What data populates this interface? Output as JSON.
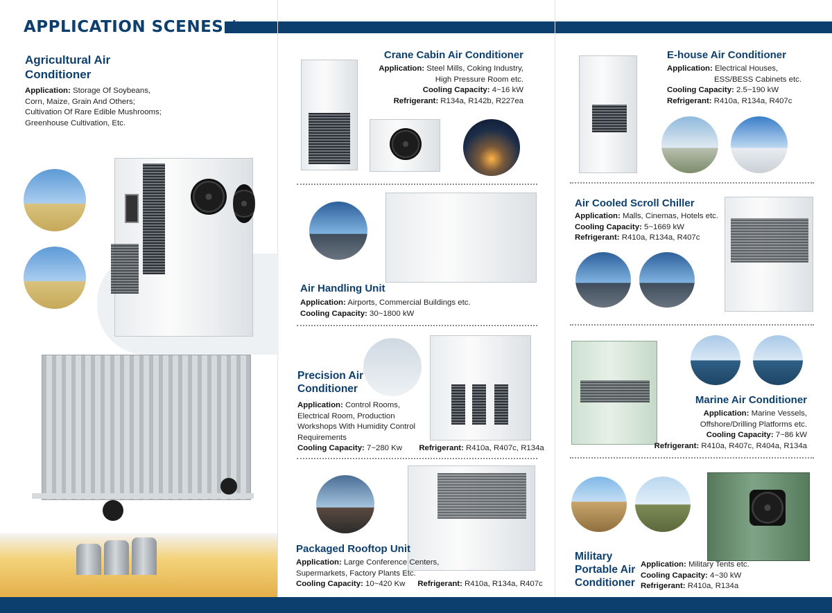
{
  "header": {
    "title": "APPLICATION SCENES /"
  },
  "agricultural": {
    "title_l1": "Agricultural Air",
    "title_l2": "Conditioner",
    "app_label": "Application:",
    "app_l1": " Storage Of Soybeans,",
    "app_l2": "Corn, Maize, Grain And Others;",
    "app_l3": "Cultivation Of Rare Edible Mushrooms;",
    "app_l4": "Greenhouse Cultivation, Etc."
  },
  "crane": {
    "title": "Crane Cabin Air Conditioner",
    "app_label": "Application:",
    "app_l1": " Steel Mills, Coking Industry,",
    "app_l2": "High Pressure Room etc.",
    "cooling_label": "Cooling Capacity:",
    "cooling": " 4~16 kW",
    "ref_label": "Refrigerant:",
    "ref": " R134a, R142b, R227ea"
  },
  "ahu": {
    "title": "Air Handling Unit",
    "app_label": "Application:",
    "app": " Airports, Commercial Buildings etc.",
    "cooling_label": "Cooling Capacity:",
    "cooling": " 30~1800 kW"
  },
  "precision": {
    "title_l1": "Precision Air",
    "title_l2": "Conditioner",
    "app_label": "Application:",
    "app_l1": " Control Rooms,",
    "app_l2": "Electrical Room, Production",
    "app_l3": "Workshops With Humidity Control",
    "app_l4": "Requirements",
    "cooling_label": "Cooling Capacity:",
    "cooling": " 7~280 Kw",
    "ref_label": "Refrigerant:",
    "ref": " R410a, R407c, R134a"
  },
  "rooftop": {
    "title": "Packaged Rooftop Unit",
    "app_label": "Application:",
    "app_l1": " Large Conference Centers,",
    "app_l2": "Supermarkets, Factory Plants Etc.",
    "cooling_label": "Cooling Capacity:",
    "cooling": " 10~420 Kw",
    "ref_label": "Refrigerant:",
    "ref": " R410a, R134a, R407c"
  },
  "ehouse": {
    "title": "E-house Air Conditioner",
    "app_label": "Application:",
    "app_l1": " Electrical Houses,",
    "app_l2": "ESS/BESS Cabinets etc.",
    "cooling_label": "Cooling Capacity:",
    "cooling": " 2.5~190 kW",
    "ref_label": "Refrigerant:",
    "ref": " R410a, R134a, R407c"
  },
  "scroll": {
    "title": "Air Cooled Scroll Chiller",
    "app_label": "Application:",
    "app": " Malls, Cinemas, Hotels etc.",
    "cooling_label": "Cooling Capacity:",
    "cooling": " 5~1669 kW",
    "ref_label": "Refrigerant:",
    "ref": " R410a, R134a, R407c"
  },
  "marine": {
    "title": "Marine Air Conditioner",
    "app_label": "Application:",
    "app_l1": " Marine Vessels,",
    "app_l2": "Offshore/Drilling Platforms etc.",
    "cooling_label": "Cooling Capacity:",
    "cooling": " 7~86 kW",
    "ref_label": "Refrigerant:",
    "ref": " R410a, R407c, R404a, R134a"
  },
  "military": {
    "title_l1": "Military",
    "title_l2": "Portable Air",
    "title_l3": "Conditioner",
    "app_label": "Application:",
    "app": " Military Tents etc.",
    "cooling_label": "Cooling Capacity:",
    "cooling": " 4~30 kW",
    "ref_label": "Refrigerant:",
    "ref": " R410a, R134a"
  },
  "colors": {
    "brand": "#0d3f6e",
    "divider": "#8a8a8a"
  }
}
